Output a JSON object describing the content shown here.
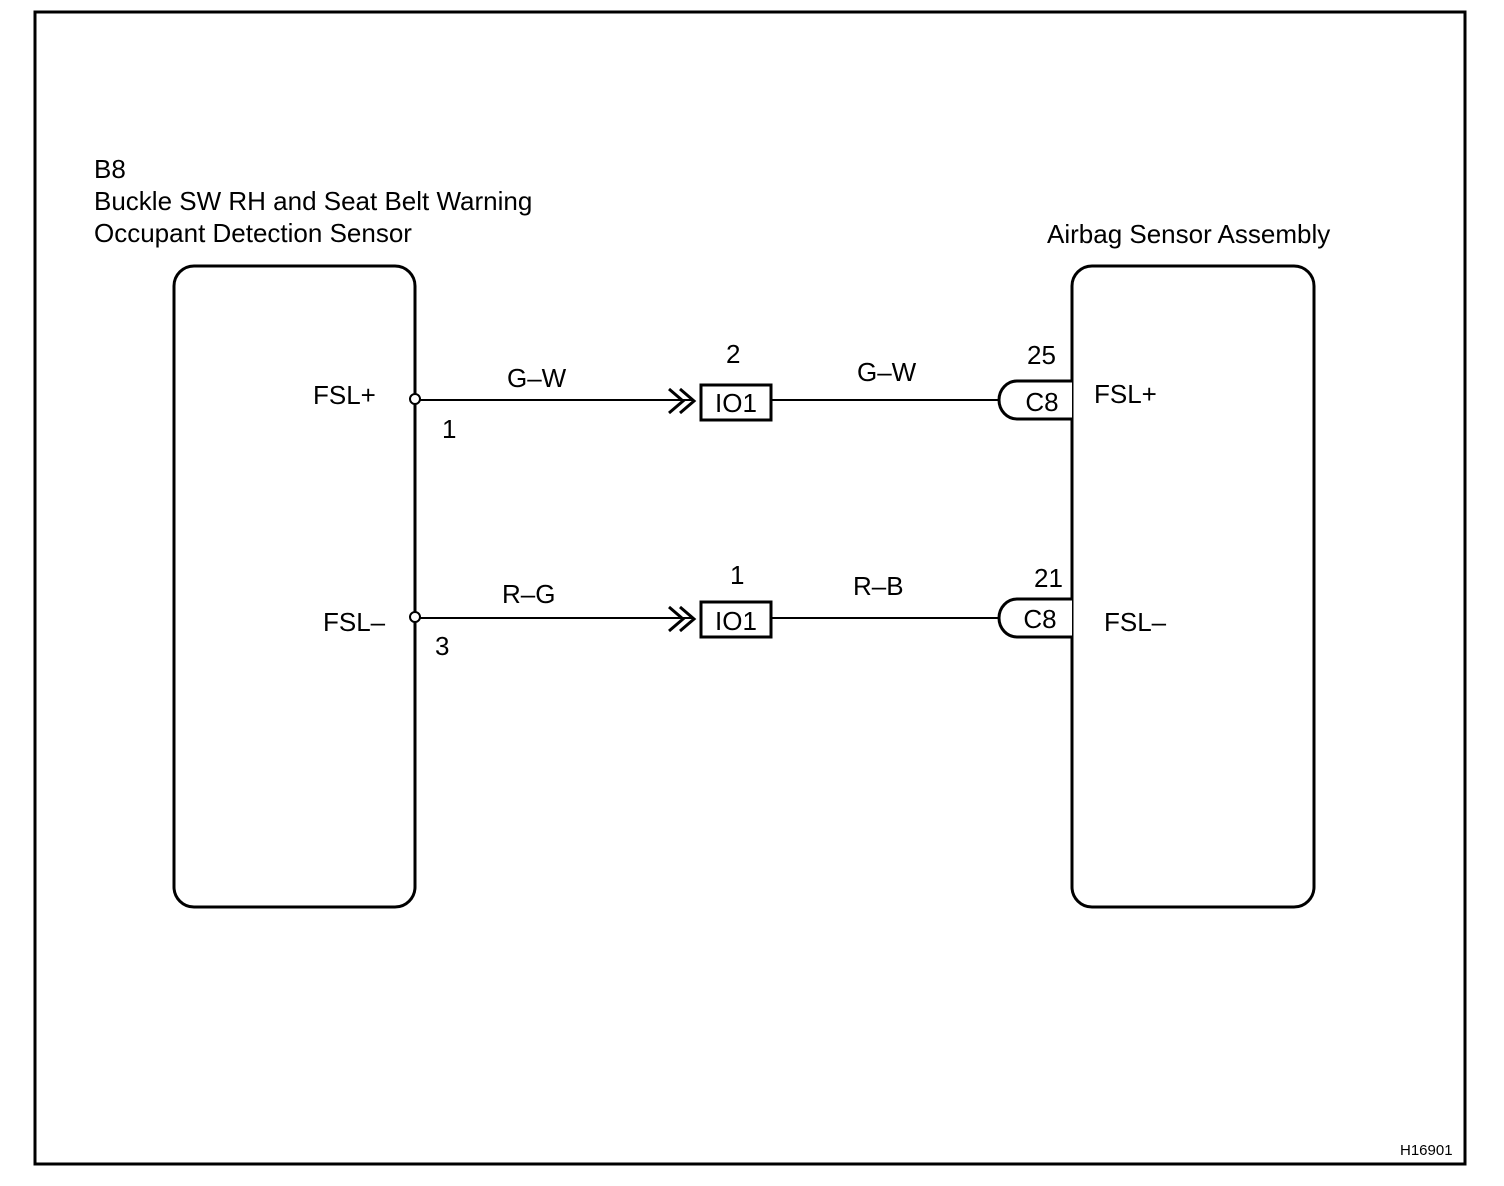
{
  "left_component": {
    "code": "B8",
    "name_line1": "Buckle SW RH and Seat Belt Warning",
    "name_line2": "Occupant Detection Sensor",
    "terminals": [
      {
        "signal": "FSL+",
        "pin": "1"
      },
      {
        "signal": "FSL–",
        "pin": "3"
      }
    ]
  },
  "right_component": {
    "name": "Airbag Sensor Assembly",
    "terminals": [
      {
        "signal": "FSL+",
        "pin": "25",
        "connector": "C8"
      },
      {
        "signal": "FSL–",
        "pin": "21",
        "connector": "C8"
      }
    ]
  },
  "circuits": [
    {
      "wire_left": "G–W",
      "junction": "IO1",
      "junction_pin": "2",
      "wire_right": "G–W"
    },
    {
      "wire_left": "R–G",
      "junction": "IO1",
      "junction_pin": "1",
      "wire_right": "R–B"
    }
  ],
  "figure_id": "H16901",
  "colors": {
    "line": "#000000",
    "background": "#ffffff"
  }
}
